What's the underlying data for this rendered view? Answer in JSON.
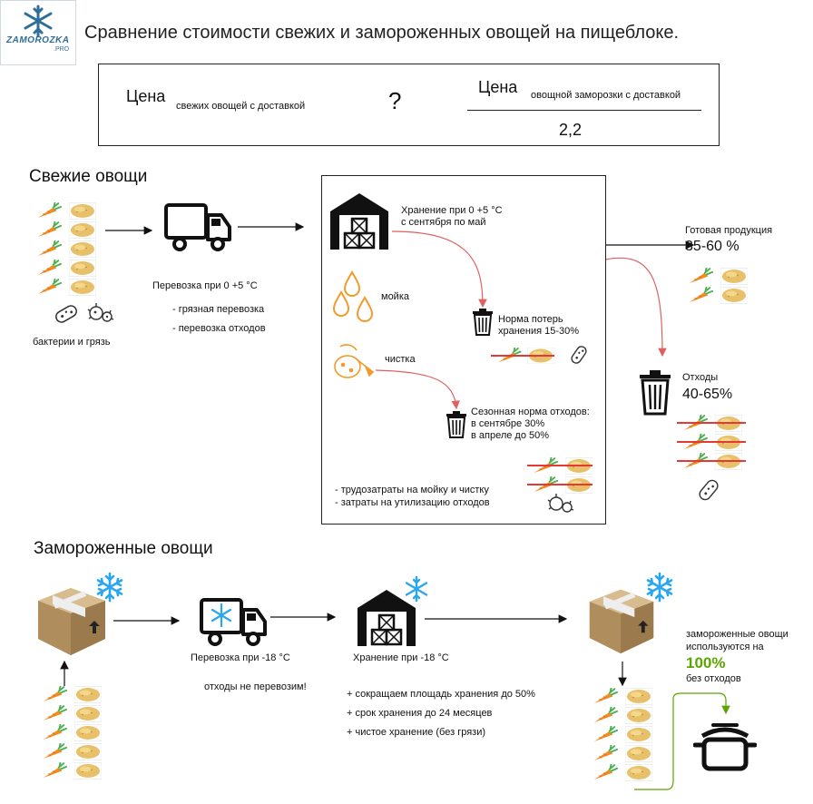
{
  "logo": {
    "text": "ZAMOROZKA",
    "sub": ".PRO"
  },
  "title": "Сравнение стоимости свежих и замороженных овощей на пищеблоке.",
  "formula": {
    "left_price": "Цена",
    "left_sub": "свежих овощей с доставкой",
    "question": "?",
    "right_price": "Цена",
    "right_sub": "овощной заморозки с доставкой",
    "divisor": "2,2"
  },
  "fresh": {
    "heading": "Свежие овощи",
    "bacteria_label": "бактерии и грязь",
    "transport": "Перевозка при 0 +5 °C",
    "transport_notes": [
      "- грязная перевозка",
      "- перевозка отходов"
    ],
    "storage": [
      "Хранение при 0 +5 °C",
      "с сентября по май"
    ],
    "washing": "мойка",
    "peeling": "чистка",
    "loss_norm": [
      "Норма потерь",
      "хранения  15-30%"
    ],
    "season_norm": [
      "Сезонная норма отходов:",
      "в сентябре 30%",
      "в апреле до 50%"
    ],
    "costs": [
      "- трудозатраты на мойку и чистку",
      "- затраты на утилизацию отходов"
    ],
    "ready_label": "Готовая продукция",
    "ready_value": "35-60 %",
    "waste_label": "Отходы",
    "waste_value": "40-65%"
  },
  "frozen": {
    "heading": "Замороженные овощи",
    "transport": "Перевозка при -18 °C",
    "no_waste": "отходы не перевозим!",
    "storage": "Хранение при -18 °C",
    "benefits": [
      "+ сокращаем площадь хранения до 50%",
      "+ срок хранения до 24 месяцев",
      "+ чистое хранение (без грязи)"
    ],
    "usage_line1": "замороженные овощи",
    "usage_line2": "используются на",
    "usage_percent": "100%",
    "usage_line3": "без отходов"
  },
  "colors": {
    "accent_green": "#5aa500",
    "red_arrow": "#e06060",
    "strike": "#e53935",
    "snow": "#2aa6f0",
    "drop": "#f39a2a"
  }
}
